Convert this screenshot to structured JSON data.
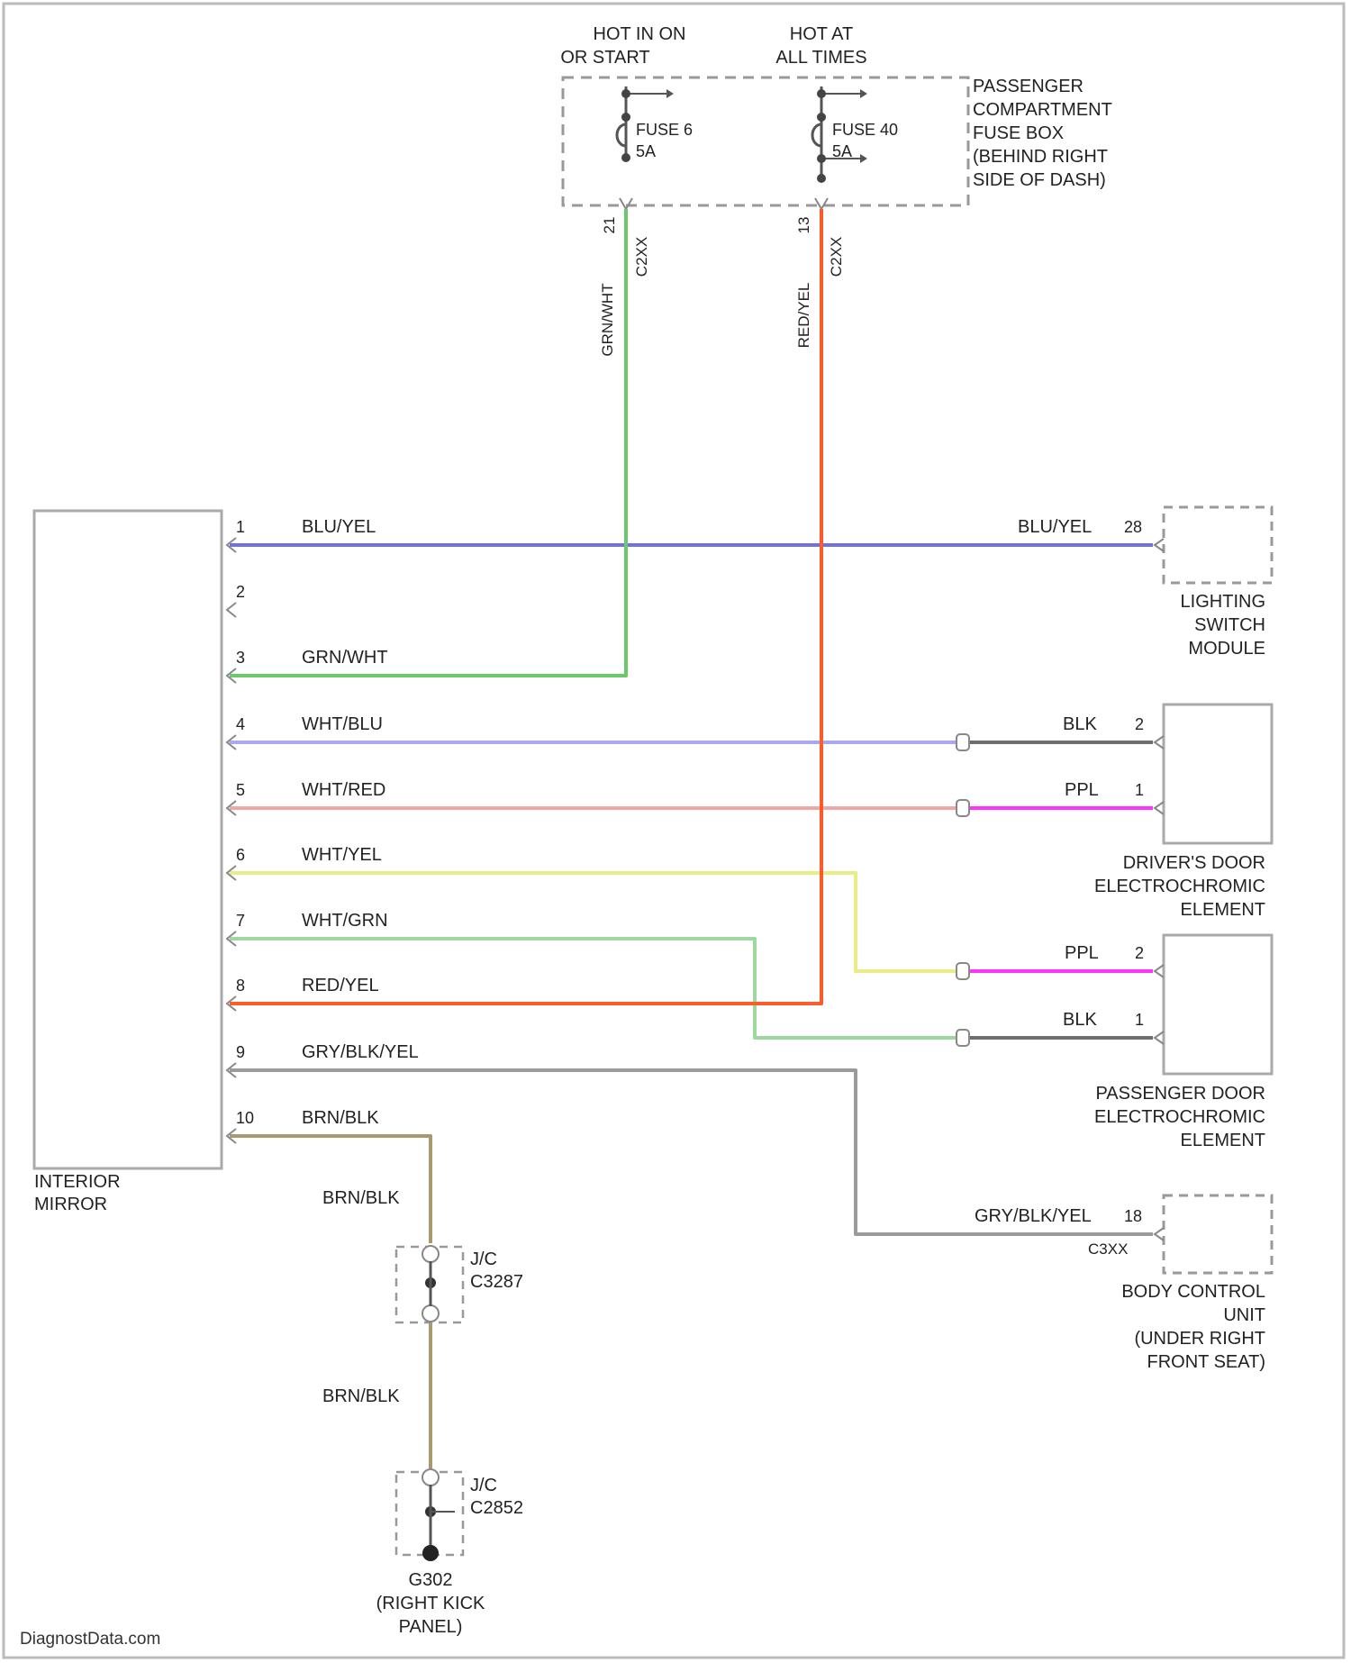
{
  "colors": {
    "blu_yel": "#7070e8",
    "grn_wht": "#6cc86c",
    "wht_blu": "#a9a9f2",
    "wht_red": "#f3a6a6",
    "wht_yel": "#ecec86",
    "wht_grn": "#9fd89f",
    "red_yel": "#ff5a2a",
    "gry_blk_yel": "#9a9a9a",
    "brn_blk": "#a89a6e",
    "blk": "#6e6e6e",
    "ppl": "#ff33ff",
    "frame": "#bbbbbb"
  },
  "fuse_box": {
    "hot_run_line1": "HOT IN ON",
    "hot_run_line2": "OR START",
    "hot_always_line1": "HOT AT",
    "hot_always_line2": "ALL TIMES",
    "fuse_a_name": "FUSE 6",
    "fuse_a_rating": "5A",
    "fuse_b_name": "FUSE 40",
    "fuse_b_rating": "5A",
    "box_label": [
      "PASSENGER",
      "COMPARTMENT",
      "FUSE BOX",
      "(BEHIND RIGHT",
      "SIDE OF DASH)"
    ],
    "fuse_a_pin": "21",
    "fuse_a_connector": "C2XX",
    "fuse_a_wire": "GRN/WHT",
    "fuse_b_pin": "13",
    "fuse_b_connector": "C2XX",
    "fuse_b_wire": "RED/YEL"
  },
  "mirror": {
    "label_line1": "INTERIOR",
    "label_line2": "MIRROR",
    "pins": [
      {
        "num": "1",
        "wire": "BLU/YEL"
      },
      {
        "num": "2",
        "wire": ""
      },
      {
        "num": "3",
        "wire": "GRN/WHT"
      },
      {
        "num": "4",
        "wire": "WHT/BLU"
      },
      {
        "num": "5",
        "wire": "WHT/RED"
      },
      {
        "num": "6",
        "wire": "WHT/YEL"
      },
      {
        "num": "7",
        "wire": "WHT/GRN"
      },
      {
        "num": "8",
        "wire": "RED/YEL"
      },
      {
        "num": "9",
        "wire": "GRY/BLK/YEL"
      },
      {
        "num": "10",
        "wire": "BRN/BLK"
      }
    ]
  },
  "lighting_module": {
    "wire": "BLU/YEL",
    "pin": "28",
    "label": [
      "LIGHTING",
      "SWITCH",
      "MODULE"
    ]
  },
  "driver_door": {
    "pin_a_wire": "BLK",
    "pin_a": "2",
    "pin_b_wire": "PPL",
    "pin_b": "1",
    "label": [
      "DRIVER'S DOOR",
      "ELECTROCHROMIC",
      "ELEMENT"
    ]
  },
  "passenger_door": {
    "pin_a_wire": "PPL",
    "pin_a": "2",
    "pin_b_wire": "BLK",
    "pin_b": "1",
    "label": [
      "PASSENGER DOOR",
      "ELECTROCHROMIC",
      "ELEMENT"
    ]
  },
  "body_control": {
    "wire": "GRY/BLK/YEL",
    "pin": "18",
    "connector": "C3XX",
    "label": [
      "BODY CONTROL",
      "UNIT",
      "(UNDER RIGHT",
      "FRONT SEAT)"
    ]
  },
  "ground": {
    "wire_upper": "BRN/BLK",
    "wire_lower": "BRN/BLK",
    "jc1_line1": "J/C",
    "jc1_line2": "C3287",
    "jc2_line1": "J/C",
    "jc2_line2": "C2852",
    "ground_id": "G302",
    "ground_loc_line1": "(RIGHT KICK",
    "ground_loc_line2": "PANEL)"
  },
  "watermark": "DiagnostData.com"
}
